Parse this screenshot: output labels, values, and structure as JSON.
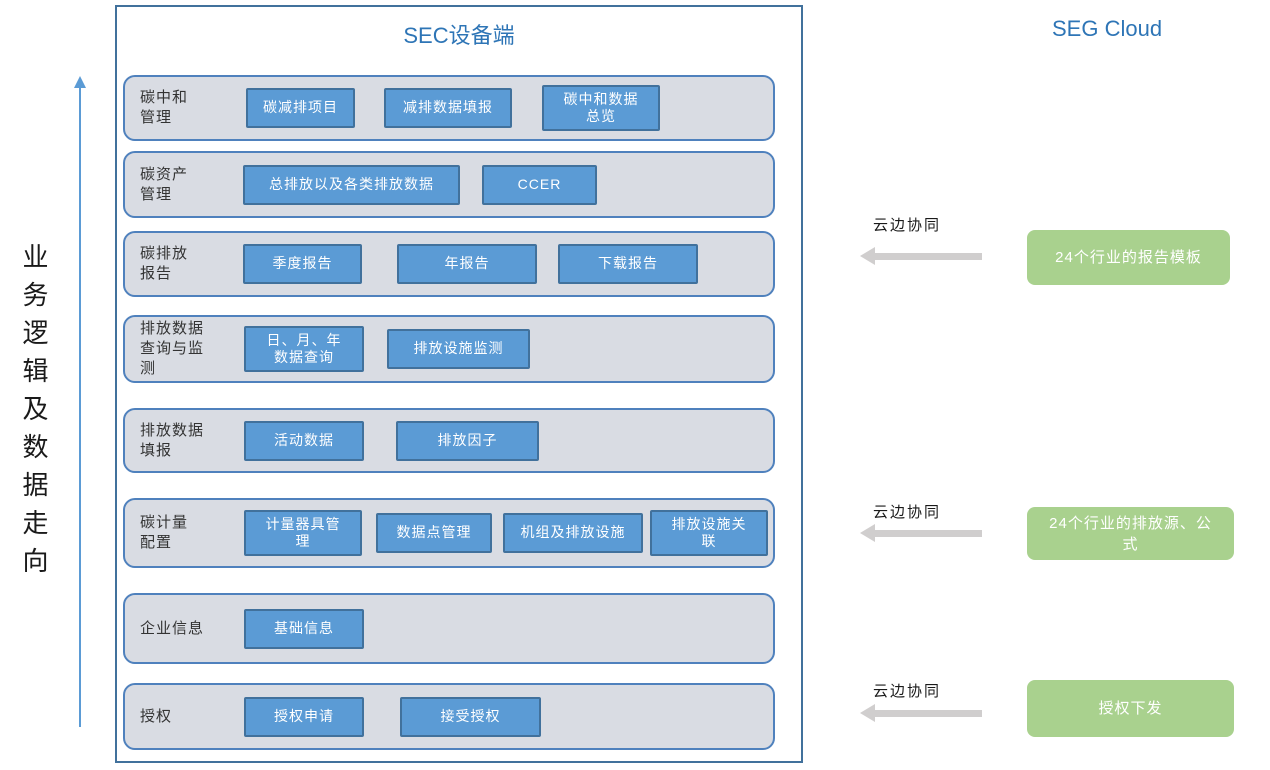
{
  "colors": {
    "accent_blue": "#2E75B6",
    "button_fill": "#5B9BD5",
    "button_border": "#41719C",
    "row_fill": "#D9DCE3",
    "row_border": "#4F81BD",
    "outer_border": "#41719C",
    "green_box": "#A9D18E",
    "arrow_gray": "#D0CECE",
    "flow_arrow_blue": "#5B9BD5"
  },
  "left_panel": {
    "flow_label": "业务逻辑及数据走向"
  },
  "sec_panel": {
    "title": "SEC设备端",
    "rows": [
      {
        "caption": "碳中和\n管理",
        "buttons": [
          "碳减排项目",
          "减排数据填报",
          "碳中和数据\n总览"
        ]
      },
      {
        "caption": "碳资产\n管理",
        "buttons": [
          "总排放以及各类排放数据",
          "CCER"
        ]
      },
      {
        "caption": "碳排放\n报告",
        "buttons": [
          "季度报告",
          "年报告",
          "下载报告"
        ]
      },
      {
        "caption": "排放数据\n查询与监\n测",
        "buttons": [
          "日、月、年\n数据查询",
          "排放设施监测"
        ]
      },
      {
        "caption": "排放数据\n填报",
        "buttons": [
          "活动数据",
          "排放因子"
        ]
      },
      {
        "caption": "碳计量\n配置",
        "buttons": [
          "计量器具管\n理",
          "数据点管理",
          "机组及排放设施",
          "排放设施关\n联"
        ]
      },
      {
        "caption": "企业信息",
        "buttons": [
          "基础信息"
        ]
      },
      {
        "caption": "授权",
        "buttons": [
          "授权申请",
          "接受授权"
        ]
      }
    ]
  },
  "cloud_panel": {
    "title": "SEG Cloud",
    "links": [
      {
        "label": "云边协同",
        "box": "24个行业的报告模板"
      },
      {
        "label": "云边协同",
        "box": "24个行业的排放源、公\n式"
      },
      {
        "label": "云边协同",
        "box": "授权下发"
      }
    ]
  }
}
